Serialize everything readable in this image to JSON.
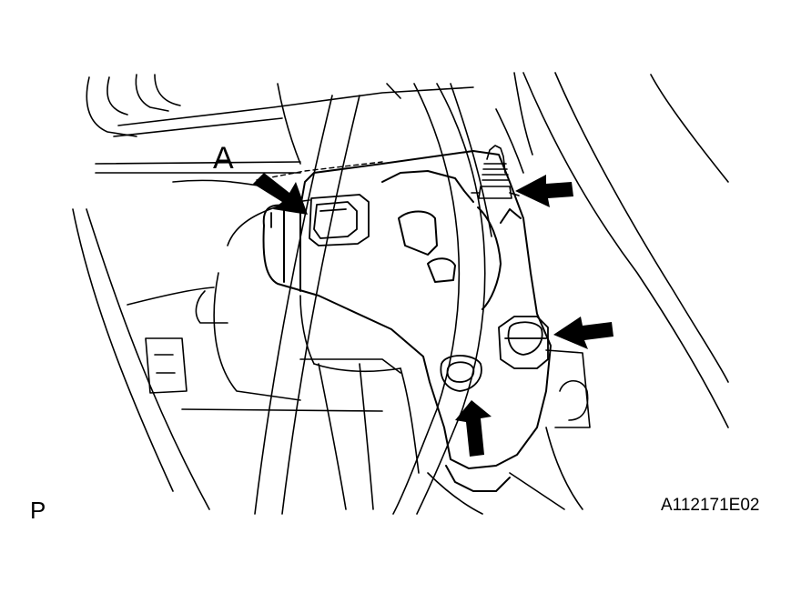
{
  "callout_label": "A",
  "view_marker": "P",
  "figure_code": "A112171E02",
  "icons": [
    "bolt-icon",
    "stud-bolt-icon",
    "arrow-icon"
  ],
  "colors": {
    "ink": "#000000",
    "paper": "#ffffff"
  }
}
